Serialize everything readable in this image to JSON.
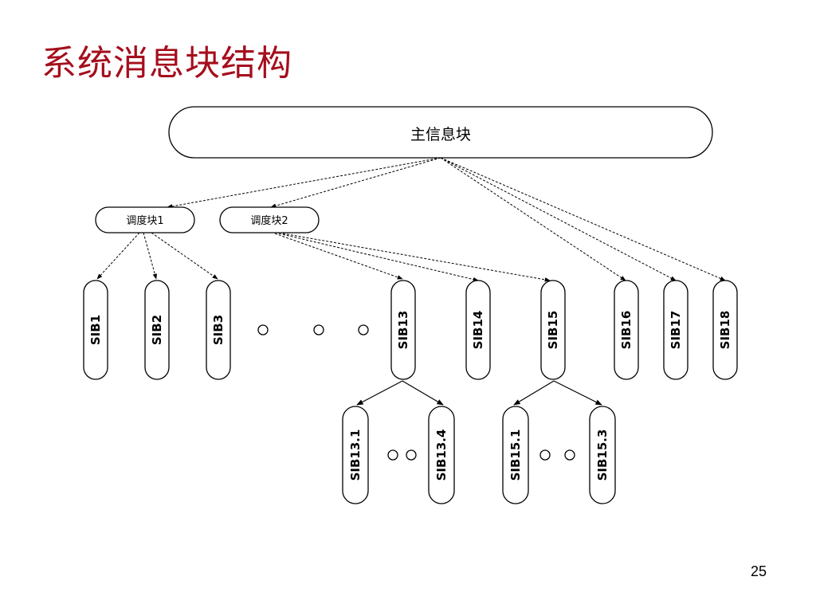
{
  "slide": {
    "title": "系统消息块结构",
    "page_number": "25"
  },
  "diagram": {
    "master": "主信息块",
    "schedulers": [
      "调度块1",
      "调度块2"
    ],
    "sibs": [
      "SIB1",
      "SIB2",
      "SIB3",
      "SIB13",
      "SIB14",
      "SIB15",
      "SIB16",
      "SIB17",
      "SIB18"
    ],
    "sub_sibs": [
      "SIB13.1",
      "SIB13.4",
      "SIB15.1",
      "SIB15.3"
    ]
  }
}
